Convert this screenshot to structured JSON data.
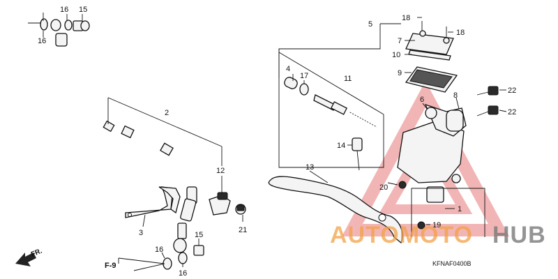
{
  "diagram": {
    "part_labels": [
      {
        "id": "p16a",
        "text": "16"
      },
      {
        "id": "p15a",
        "text": "15"
      },
      {
        "id": "p16b",
        "text": "16"
      },
      {
        "id": "p2",
        "text": "2"
      },
      {
        "id": "p12",
        "text": "12"
      },
      {
        "id": "p3",
        "text": "3"
      },
      {
        "id": "p21",
        "text": "21"
      },
      {
        "id": "p15b",
        "text": "15"
      },
      {
        "id": "p16c",
        "text": "16"
      },
      {
        "id": "p16d",
        "text": "16"
      },
      {
        "id": "p5",
        "text": "5"
      },
      {
        "id": "p18a",
        "text": "18"
      },
      {
        "id": "p18b",
        "text": "18"
      },
      {
        "id": "p7",
        "text": "7"
      },
      {
        "id": "p10",
        "text": "10"
      },
      {
        "id": "p9",
        "text": "9"
      },
      {
        "id": "p4",
        "text": "4"
      },
      {
        "id": "p17",
        "text": "17"
      },
      {
        "id": "p11",
        "text": "11"
      },
      {
        "id": "p6",
        "text": "6"
      },
      {
        "id": "p8",
        "text": "8"
      },
      {
        "id": "p22a",
        "text": "22"
      },
      {
        "id": "p22b",
        "text": "22"
      },
      {
        "id": "p14",
        "text": "14"
      },
      {
        "id": "p13",
        "text": "13"
      },
      {
        "id": "p20",
        "text": "20"
      },
      {
        "id": "p1",
        "text": "1"
      },
      {
        "id": "p19",
        "text": "19"
      }
    ],
    "front_indicator": "FR.",
    "section_ref": "F-9",
    "diagram_code": "KFNAF0400B"
  },
  "watermark": {
    "text_light": "AUTOMOTO",
    "text_dark": "HUB",
    "color_accent": "#f2a24a",
    "color_dark": "#7a7a7a",
    "triangle_color": "#e87a7a"
  }
}
